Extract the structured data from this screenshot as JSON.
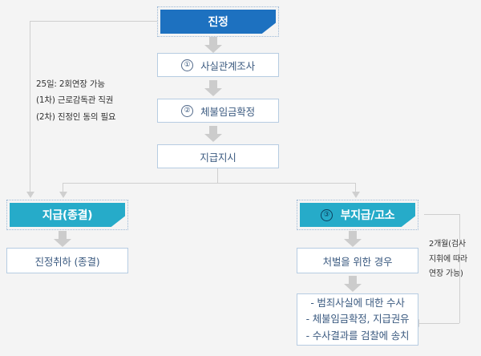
{
  "diagram": {
    "title_node": {
      "label": "진정",
      "color": "#1d71c0"
    },
    "steps": [
      {
        "number": "①",
        "label": "사실관계조사"
      },
      {
        "number": "②",
        "label": "체불임금확정"
      },
      {
        "label": "지급지시"
      }
    ],
    "left_note": {
      "lines": [
        "25일: 2회연장 가능",
        "(1차) 근로감독관 직권",
        "(2차) 진정인 동의 필요"
      ]
    },
    "branch_left": {
      "banner": {
        "label": "지급(종결)",
        "color": "#26abc9"
      },
      "result": {
        "label": "진정취하 (종결)"
      }
    },
    "branch_right": {
      "banner": {
        "number": "③",
        "label": "부지급/고소",
        "color": "#26abc9"
      },
      "result": {
        "label": "처벌을 위한 경우"
      },
      "actions": [
        "- 범죄사실에 대한 수사",
        "- 체불임금확정, 지급권유",
        "- 수사결과를 검찰에 송치"
      ]
    },
    "right_note": {
      "lines": [
        "2개월(검사",
        "지휘에 따라",
        "연장 가능)"
      ]
    },
    "colors": {
      "background": "#f4f4f4",
      "connector": "#cfcfcf",
      "arrow": "#cccccc",
      "box_border": "#b6cce2",
      "box_text": "#3b5a80",
      "accent_blue": "#1d71c0",
      "accent_teal": "#26abc9"
    }
  }
}
